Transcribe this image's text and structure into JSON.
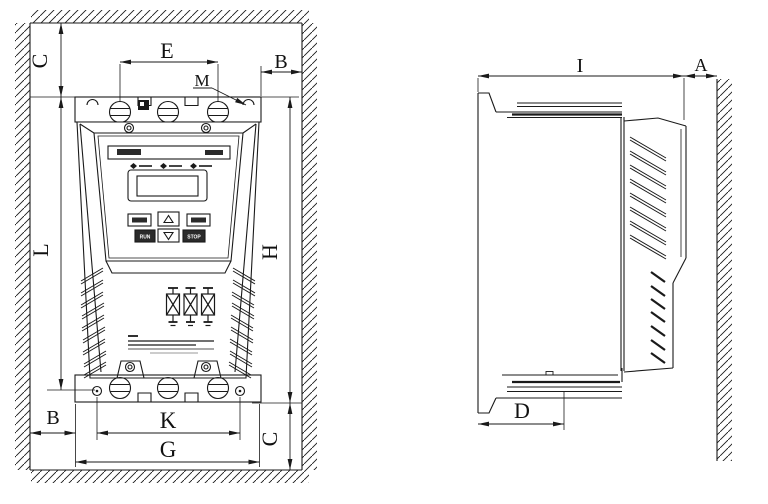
{
  "front_view": {
    "labels": {
      "c_top": "C",
      "e": "E",
      "m": "M",
      "b_top": "B",
      "l": "L",
      "h": "H",
      "b_bottom": "B",
      "k": "K",
      "g": "G",
      "c_bottom": "C"
    },
    "keypad": {
      "run": "RUN",
      "stop": "STOP"
    }
  },
  "side_view": {
    "labels": {
      "i": "I",
      "a": "A",
      "d": "D"
    }
  },
  "colors": {
    "line": "#1a1a1a",
    "background": "#ffffff"
  }
}
